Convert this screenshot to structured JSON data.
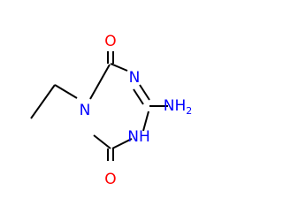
{
  "atoms": {
    "o_top": {
      "label": "O",
      "color": "#ff0000"
    },
    "o_bottom": {
      "label": "O",
      "color": "#ff0000"
    },
    "n_top_right": {
      "label": "N",
      "color": "#0000ff"
    },
    "n_left": {
      "label": "N",
      "color": "#0000ff"
    },
    "nh_bottom": {
      "label": "NH",
      "color": "#0000ff"
    },
    "nh2": {
      "label": "NH",
      "subscript": "2",
      "color": "#0000ff"
    }
  },
  "bond_color": "#000000"
}
